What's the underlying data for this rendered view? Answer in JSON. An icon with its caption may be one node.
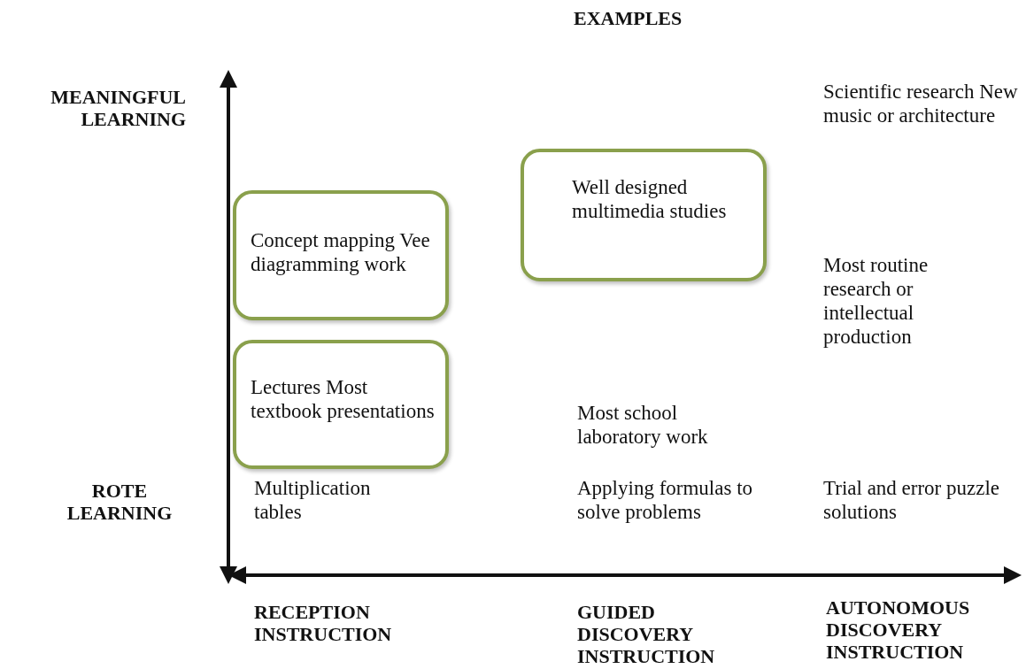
{
  "diagram": {
    "title": "EXAMPLES",
    "nodes": [
      {
        "text": [
          "Concept mapping Vee diagramming work"
        ]
      },
      {
        "text": [
          "Well designed multimedia studies"
        ]
      },
      {
        "text": [
          "Lectures Most textbook presentations"
        ]
      }
    ],
    "edges": [],
    "labels": [
      "MEANINGFUL LEARNING",
      "Scientific research New music or architecture",
      "Most routine research or intellectual production",
      "Most school laboratory work",
      "ROTE LEARNING",
      "Multiplication tables",
      "Applying formulas to solve problems",
      "Trial and error puzzle solutions",
      "RECEPTION INSTRUCTION",
      "GUIDED DISCOVERY INSTRUCTION",
      "AUTONOMOUS DISCOVERY INSTRUCTION"
    ]
  }
}
